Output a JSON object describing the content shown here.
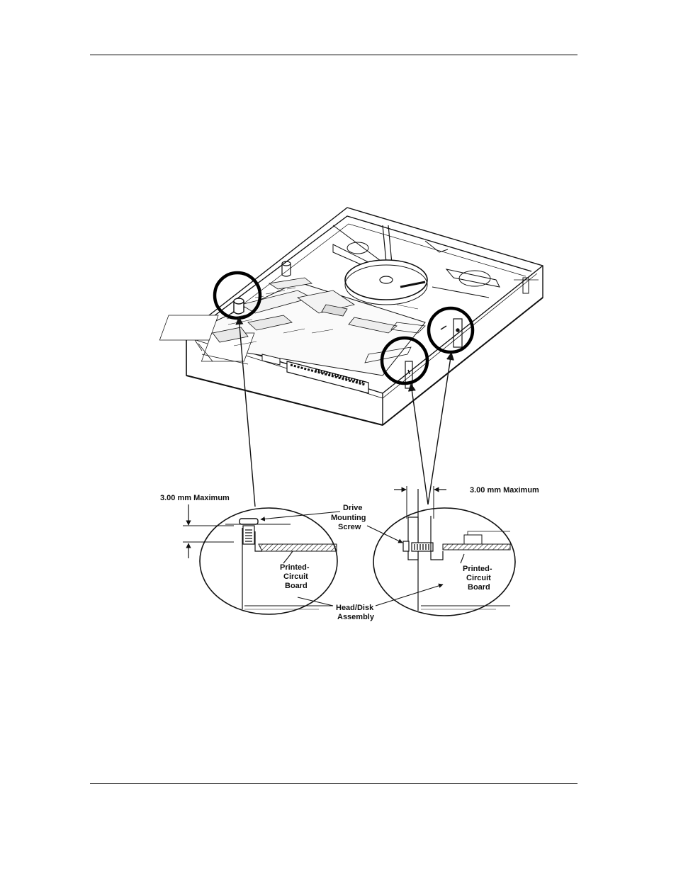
{
  "figure": {
    "left_callout": {
      "dimension_label": "3.00 mm Maximum",
      "screw_label_line1": "Drive",
      "screw_label_line2": "Mounting",
      "screw_label_line3": "Screw",
      "pcb_label_line1": "Printed-",
      "pcb_label_line2": "Circuit",
      "pcb_label_line3": "Board"
    },
    "right_callout": {
      "dimension_label": "3.00  mm Maximum",
      "pcb_label_line1": "Printed-",
      "pcb_label_line2": "Circuit",
      "pcb_label_line3": "Board"
    },
    "hda_label_line1": "Head/Disk",
    "hda_label_line2": "Assembly"
  },
  "colors": {
    "ink": "#111111",
    "background": "#ffffff"
  }
}
